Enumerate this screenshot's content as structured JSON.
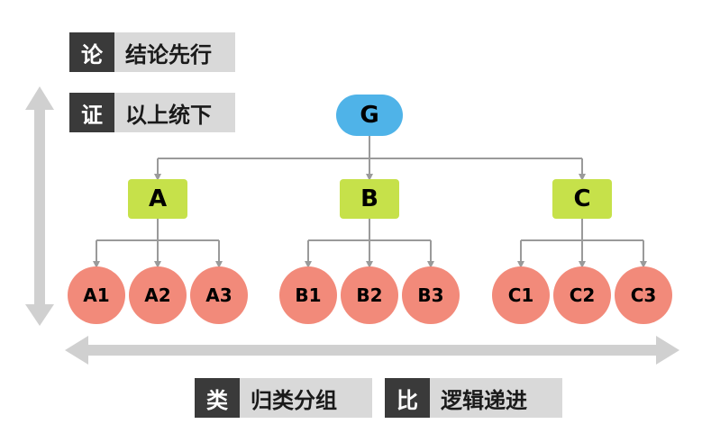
{
  "tags": {
    "conclusion": {
      "key": "论",
      "text": "结论先行"
    },
    "support": {
      "key": "证",
      "text": "以上统下"
    },
    "group": {
      "key": "类",
      "text": "归类分组"
    },
    "order": {
      "key": "比",
      "text": "逻辑递进"
    }
  },
  "root": {
    "label": "G"
  },
  "branches": [
    {
      "label": "A",
      "children": [
        "A1",
        "A2",
        "A3"
      ]
    },
    {
      "label": "B",
      "children": [
        "B1",
        "B2",
        "B3"
      ]
    },
    {
      "label": "C",
      "children": [
        "C1",
        "C2",
        "C3"
      ]
    }
  ],
  "colors": {
    "root_fill": "#4fb3e8",
    "branch_fill": "#c6e14a",
    "leaf_fill": "#f28a7a",
    "connector": "#9a9a9a",
    "axis_arrow": "#d0d0d0",
    "tag_key_bg": "#3a3a3a",
    "tag_value_bg": "#d9d9d9"
  }
}
